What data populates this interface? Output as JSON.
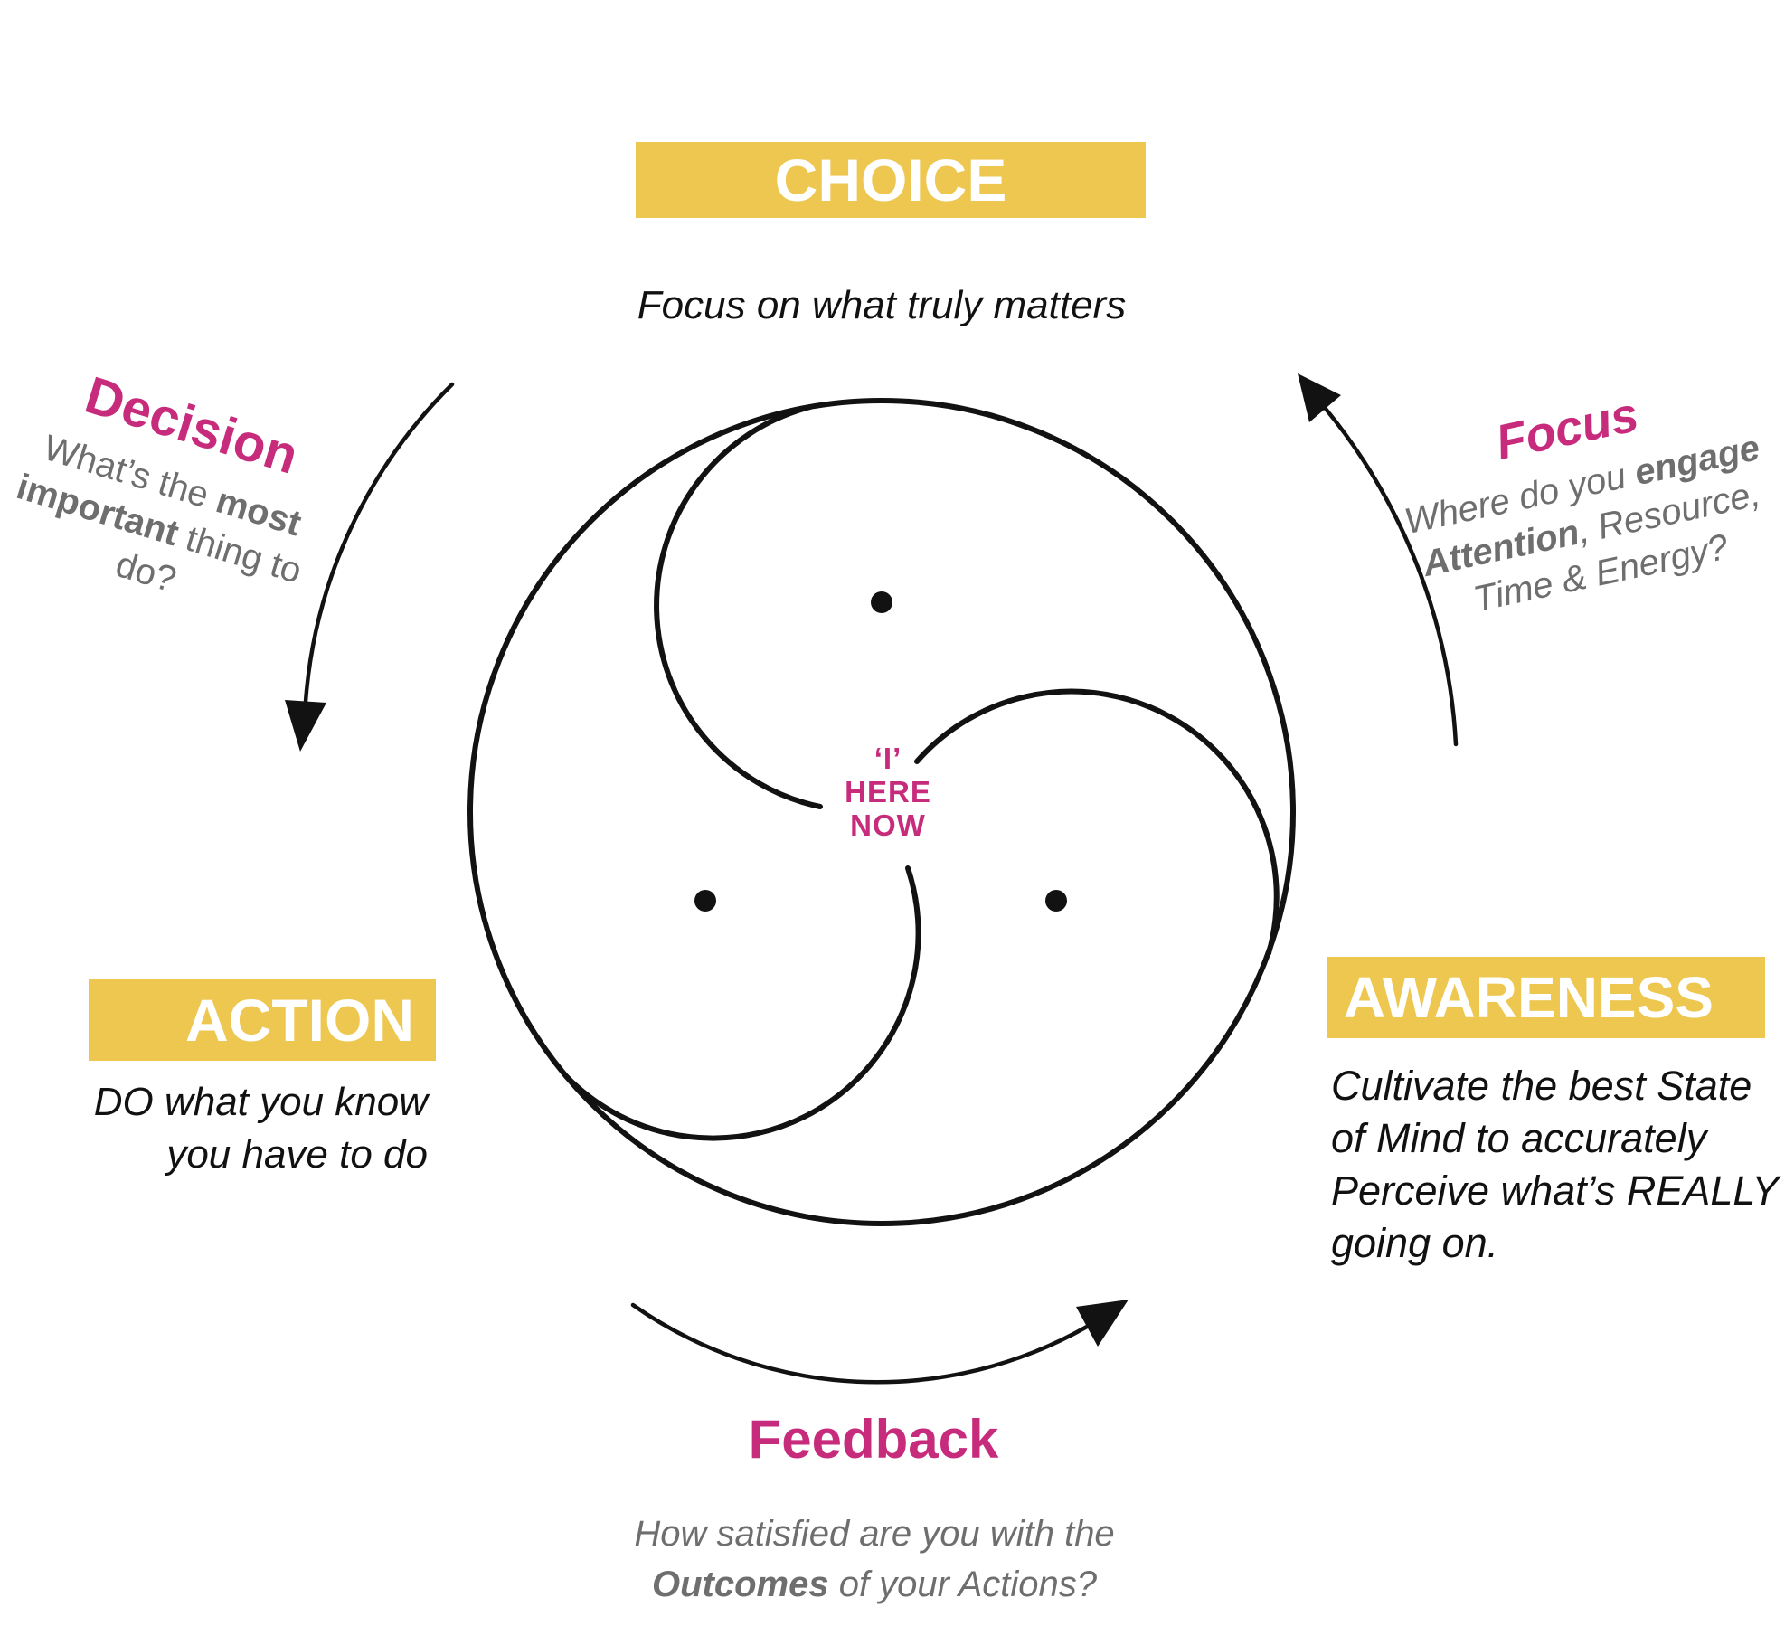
{
  "palette": {
    "banner_yellow": "#EEC750",
    "pink": "#C72B7C",
    "caption_gray": "#6E6E6E",
    "ink": "#121212"
  },
  "stages": {
    "choice": {
      "title": "CHOICE",
      "subtitle": "Focus on what truly matters"
    },
    "action": {
      "title": "ACTION",
      "caption_line1": "DO what you know",
      "caption_line2": "you have to do"
    },
    "awareness": {
      "title": "AWARENESS",
      "caption_line1": "Cultivate the best State",
      "caption_line2": "of Mind to accurately",
      "caption_line3": "Perceive what’s REALLY",
      "caption_line4": "going on."
    }
  },
  "transitions": {
    "decision": {
      "label": "Decision",
      "line1_a": "What’s the ",
      "line1_b": "most",
      "line2_a": "important",
      "line2_b": " thing to",
      "line3": "do?"
    },
    "focus": {
      "label": "Focus",
      "line1_a": "Where do you ",
      "line1_b": "engage",
      "line2_a": "Attention",
      "line2_b": ", Resource,",
      "line3": "Time & Energy?"
    },
    "feedback": {
      "label": "Feedback",
      "line1": "How satisfied are you with the",
      "line2_a": "Outcomes",
      "line2_b": " of your Actions?"
    }
  },
  "center": {
    "line1": "‘I’",
    "line2": "HERE",
    "line3": "NOW"
  }
}
